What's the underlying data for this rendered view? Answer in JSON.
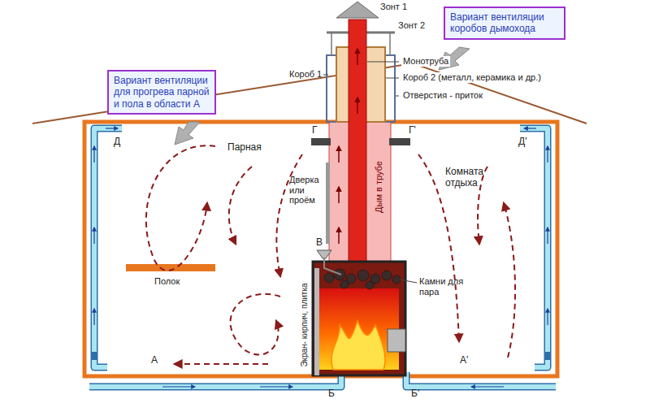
{
  "diagram": {
    "nodes": [
      {
        "text": [
          "Вариант вентиляции коробов дымохода"
        ]
      },
      {
        "text": [
          "Вариант вентиляции для прогрева парной и пола в области А"
        ]
      }
    ],
    "labels": [
      "Зонт 1",
      "Зонт 2",
      "Короб 1",
      "Монотруба",
      "Короб 2 (металл, керамика и др.)",
      "Отверстия - приток",
      "Д",
      "Г",
      "Г'",
      "Д'",
      "Парная",
      "Комната отдыха",
      "Дым в трубе",
      "Дверка или проём",
      "Полок",
      "В",
      "Камни для пара",
      "Экран- кирпич, плитка",
      "А",
      "А'",
      "Б",
      "Б'"
    ]
  }
}
